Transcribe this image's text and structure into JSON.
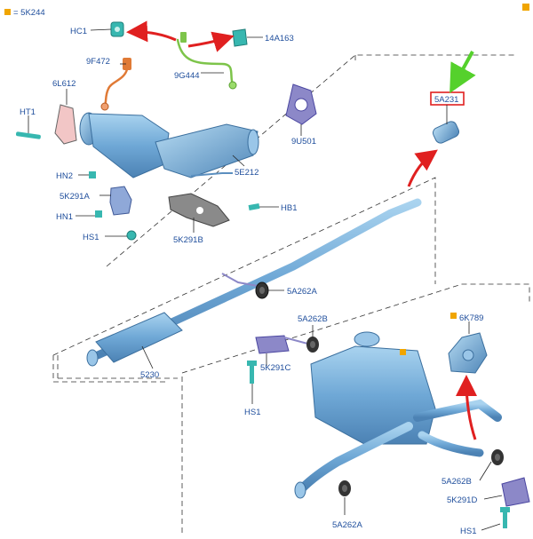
{
  "legend": {
    "text": "= 5K244",
    "color": "#f0a500"
  },
  "colors": {
    "label": "#1f4e9c",
    "part_blue": "#7fb6dd",
    "part_dark": "#5b8fbf",
    "connector_teal": "#37b7b0",
    "sensor_green": "#7dc44a",
    "sensor_orange": "#e07a36",
    "gasket_gray": "#8a8a8a",
    "bracket_purple": "#8c88c8",
    "arrow_red": "#e02020",
    "arrow_green": "#55d12c",
    "highlight_box": "#e02020",
    "orange_marker": "#f0a500"
  },
  "labels": {
    "hc1": "HC1",
    "p14a163": "14A163",
    "p9f472": "9F472",
    "p9g444": "9G444",
    "p6l612": "6L612",
    "ht1": "HT1",
    "hn2": "HN2",
    "p5k291a": "5K291A",
    "hn1": "HN1",
    "hs1_top": "HS1",
    "p5k291b": "5K291B",
    "hb1": "HB1",
    "p5e212": "5E212",
    "p9u501": "9U501",
    "p5a231": "5A231",
    "p5a262a_mid": "5A262A",
    "p5230": "5230",
    "p5a262b_top": "5A262B",
    "p5k291c": "5K291C",
    "hs1_mid": "HS1",
    "p6k789": "6K789",
    "p5a262b_low": "5A262B",
    "p5k291d": "5K291D",
    "hs1_bot": "HS1",
    "p5a262a_bot": "5A262A"
  }
}
